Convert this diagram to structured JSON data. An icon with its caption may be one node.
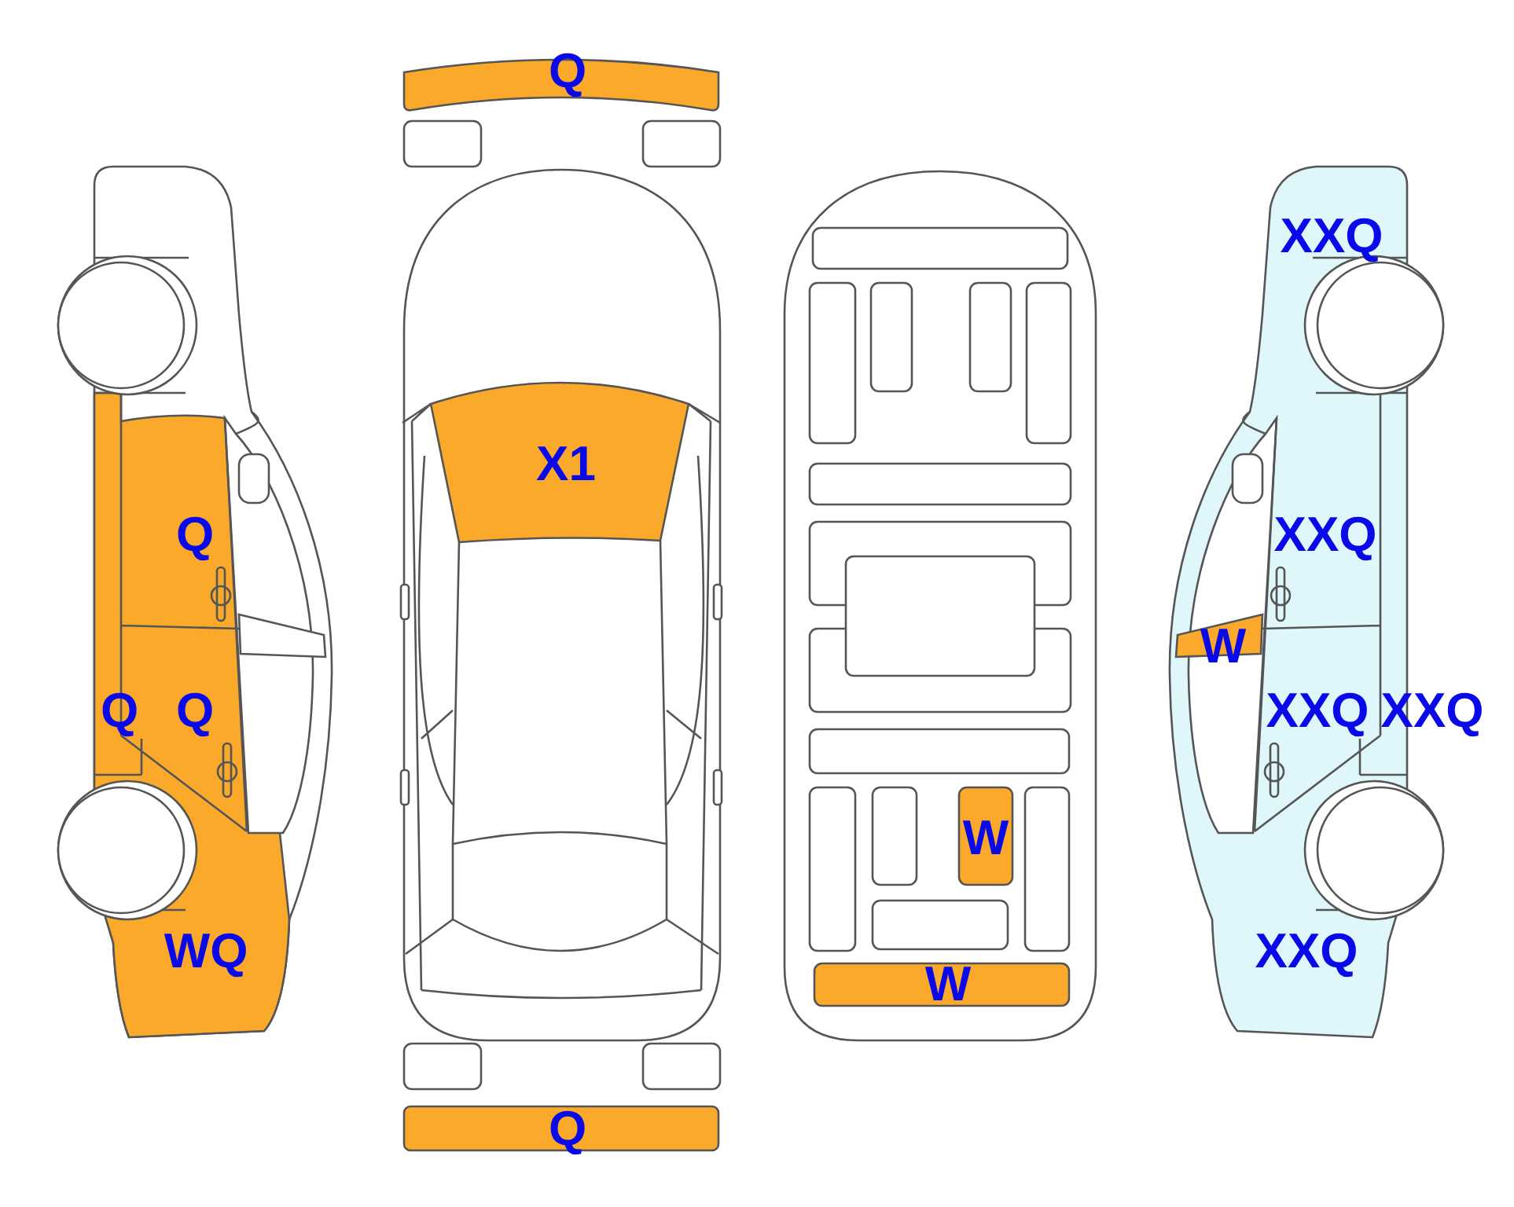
{
  "diagram": {
    "labels": [
      "Q",
      "XXQ",
      "X1",
      "Q",
      "XXQ",
      "W",
      "Q",
      "Q",
      "XXQ",
      "XXQ",
      "W",
      "WQ",
      "XXQ",
      "W",
      "Q"
    ]
  }
}
